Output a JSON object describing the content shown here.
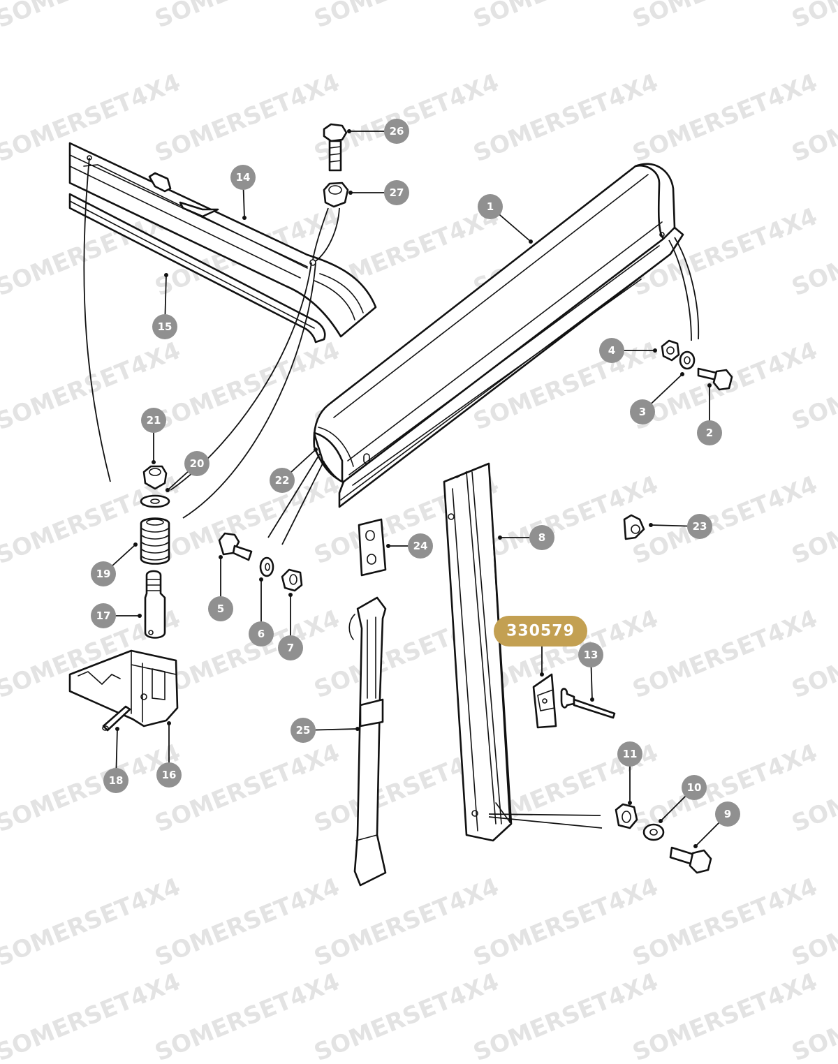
{
  "watermark": {
    "text": "SOMERSET4X4",
    "color": "#e3e3e3"
  },
  "highlight": {
    "part_number": "330579",
    "color": "#c3a052"
  },
  "callout_color": "#909090",
  "callouts": [
    {
      "id": "c1",
      "label": "1"
    },
    {
      "id": "c2",
      "label": "2"
    },
    {
      "id": "c3",
      "label": "3"
    },
    {
      "id": "c4",
      "label": "4"
    },
    {
      "id": "c5",
      "label": "5"
    },
    {
      "id": "c6",
      "label": "6"
    },
    {
      "id": "c7",
      "label": "7"
    },
    {
      "id": "c8",
      "label": "8"
    },
    {
      "id": "c9",
      "label": "9"
    },
    {
      "id": "c10",
      "label": "10"
    },
    {
      "id": "c11",
      "label": "11"
    },
    {
      "id": "c13",
      "label": "13"
    },
    {
      "id": "c14",
      "label": "14"
    },
    {
      "id": "c15",
      "label": "15"
    },
    {
      "id": "c16",
      "label": "16"
    },
    {
      "id": "c17",
      "label": "17"
    },
    {
      "id": "c18",
      "label": "18"
    },
    {
      "id": "c19",
      "label": "19"
    },
    {
      "id": "c20",
      "label": "20"
    },
    {
      "id": "c21",
      "label": "21"
    },
    {
      "id": "c22",
      "label": "22"
    },
    {
      "id": "c23",
      "label": "23"
    },
    {
      "id": "c24",
      "label": "24"
    },
    {
      "id": "c25",
      "label": "25"
    },
    {
      "id": "c26",
      "label": "26"
    },
    {
      "id": "c27",
      "label": "27"
    }
  ]
}
